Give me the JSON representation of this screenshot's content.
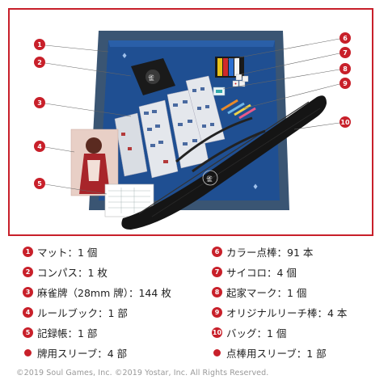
{
  "callout_numbers": [
    "1",
    "2",
    "3",
    "4",
    "5",
    "6",
    "7",
    "8",
    "9",
    "10"
  ],
  "items_left": [
    {
      "marker": "1",
      "label": "マット：1 個"
    },
    {
      "marker": "2",
      "label": "コンパス：1 枚"
    },
    {
      "marker": "3",
      "label": "麻雀牌（28mm 牌）：144 枚"
    },
    {
      "marker": "4",
      "label": "ルールブック：1 部"
    },
    {
      "marker": "5",
      "label": "記録帳：1 部"
    },
    {
      "marker": "",
      "label": "牌用スリーブ：4 部"
    }
  ],
  "items_right": [
    {
      "marker": "6",
      "label": "カラー点棒：91 本"
    },
    {
      "marker": "7",
      "label": "サイコロ：4 個"
    },
    {
      "marker": "8",
      "label": "起家マーク：1 個"
    },
    {
      "marker": "9",
      "label": "オリジナルリーチ棒：4 本"
    },
    {
      "marker": "10",
      "label": "バッグ：1 個"
    },
    {
      "marker": "",
      "label": "点棒用スリーブ：1 部"
    }
  ],
  "copyright": "©2019 Soul Games, Inc. ©2019 Yostar, Inc. All Rights Reserved.",
  "colors": {
    "accent": "#c8202a",
    "mat": "#1f4f92",
    "bag": "#151515"
  }
}
